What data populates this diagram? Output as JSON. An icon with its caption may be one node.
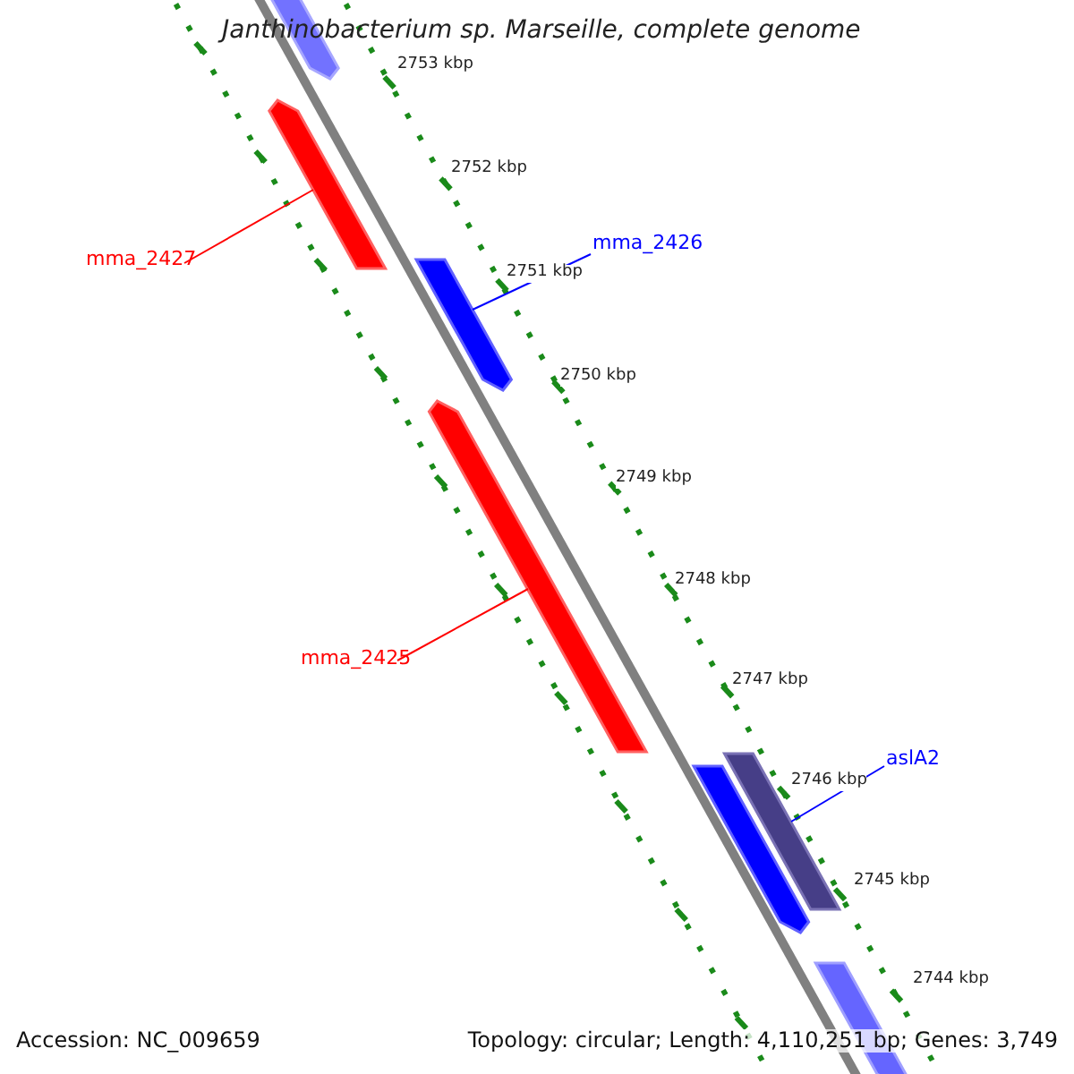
{
  "diagram": {
    "title": "Janthinobacterium sp. Marseille, complete genome",
    "nodes": [
      {
        "text": [
          "mma_2427"
        ]
      },
      {
        "text": [
          "mma_2426"
        ]
      },
      {
        "text": [
          "mma_2425"
        ]
      },
      {
        "text": [
          "aslA2"
        ]
      },
      {
        "text": [],
        "shape": "bar"
      },
      {
        "text": [],
        "shape": "bar"
      },
      {
        "text": [],
        "shape": "bar"
      },
      {
        "text": [],
        "shape": "bar"
      },
      {
        "text": [],
        "shape": "bar"
      },
      {
        "text": [],
        "shape": "bar"
      },
      {
        "text": [],
        "shape": "bar"
      }
    ],
    "edges": [
      {
        "from": 0,
        "to": 5,
        "arrow": "none",
        "color": "#ff0000"
      },
      {
        "from": 1,
        "to": 6,
        "arrow": "none",
        "color": "#0000ff"
      },
      {
        "from": 2,
        "to": 7,
        "arrow": "none",
        "color": "#ff0000"
      },
      {
        "from": 3,
        "to": 9,
        "arrow": "none",
        "color": "#0000ff"
      }
    ],
    "labels": [
      "2753 kbp",
      "2752 kbp",
      "2751 kbp",
      "2750 kbp",
      "2749 kbp",
      "2748 kbp",
      "2747 kbp",
      "2746 kbp",
      "2745 kbp",
      "2744 kbp",
      "Accession: NC_009659",
      "Topology: circular; Length: 4,110,251 bp; Genes: 3,749"
    ]
  }
}
